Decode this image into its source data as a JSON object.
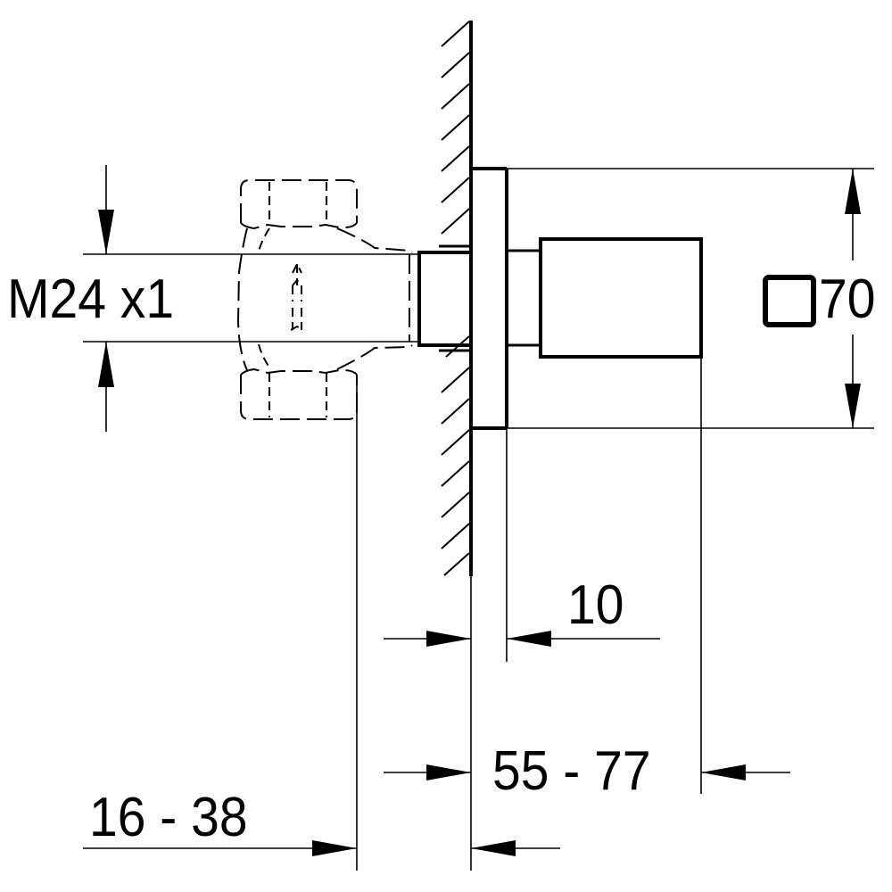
{
  "drawing": {
    "title": "Wall-mounted valve dimension drawing",
    "colors": {
      "line": "#000000",
      "background": "#ffffff"
    }
  },
  "dimensions": {
    "thread": {
      "label": "M24 x1"
    },
    "square_size": {
      "symbol": "square-symbol",
      "label": "70"
    },
    "plate_thickness": {
      "label": "10"
    },
    "projection": {
      "label": "55 - 77"
    },
    "wall_depth": {
      "label": "16 - 38"
    }
  }
}
